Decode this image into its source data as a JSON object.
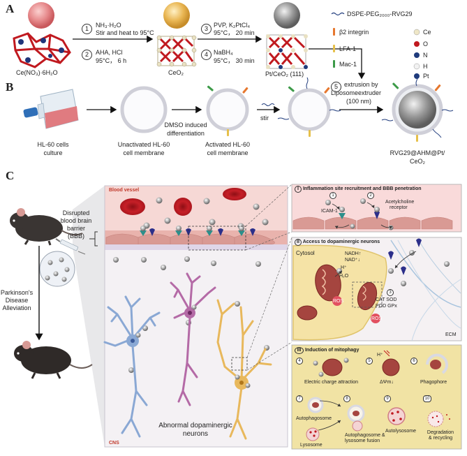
{
  "panel_a": {
    "letter": "A",
    "step1": "1",
    "step2": "2",
    "step3": "3",
    "step4": "4",
    "step5": "5",
    "cond1_line1": "NH₃·H₂O",
    "cond1_line2": "Stir and heat to 95°C",
    "cond2_line1": "AHA, HCl",
    "cond2_line2": "95°C， 6 h",
    "cond3_line1": "PVP, K₂PtCl₄",
    "cond3_line2": "95°C， 20 min",
    "cond4_line1": "NaBH₄",
    "cond4_line2": "95°C， 30 min",
    "start_label": "Ce(NO₃)·6H₂O",
    "mid_label": "CeO₂",
    "end_label": "Pt/CeO₂ (111)",
    "step5_text_line1": "extrusion by",
    "step5_text_line2": "Liposomeextruder",
    "step5_text_line3": "(100 nm)"
  },
  "legend": {
    "dspe": "DSPE-PEG₂₀₀₀-RVG29",
    "b2": "β2 integrin",
    "lfa": "LFA-1",
    "mac": "Mac-1",
    "ce": "Ce",
    "o": "O",
    "n": "N",
    "h": "H",
    "pt": "Pt"
  },
  "panel_b": {
    "letter": "B",
    "hl60_line1": "HL-60 cells",
    "hl60_line2": "culture",
    "unact_line1": "Unactivated HL-60",
    "unact_line2": "cell membrane",
    "dmso_line1": "DMSO induced",
    "dmso_line2": "differentiation",
    "act_line1": "Activated HL-60",
    "act_line2": "cell membrane",
    "stir": "stir",
    "final_line1": "RVG29@AHM@Pt/",
    "final_line2": "CeO₂"
  },
  "panel_c": {
    "letter": "C",
    "blood_vessel": "Blood vessel",
    "bbb_line1": "Disrupted",
    "bbb_line2": "blood brain",
    "bbb_line3": "barrier",
    "bbb_line4": "(BBB)",
    "pd_line1": "Parkinson's",
    "pd_line2": "Disease",
    "pd_line3": "Alleviation",
    "neurons_line1": "Abnormal dopaminergic",
    "neurons_line2": "neurons",
    "cns": "CNS"
  },
  "box1": {
    "roman": "I",
    "title": "Inflammation site recruitment and BBB penetration",
    "n1": "1",
    "n2": "2",
    "icam": "ICAM-1",
    "ach_line1": "Acetylcholine",
    "ach_line2": "receptor"
  },
  "box2": {
    "roman": "II",
    "title": "Access to dopaminergic neurons",
    "cytosol": "Cytosol",
    "nadh": "NADH↑",
    "nad": "NAD⁺↓",
    "hplus": "H⁺",
    "h2o": "H₂O",
    "ros1": "ROS",
    "ros2": "ROS",
    "n3": "3",
    "enz1": "CAT SOD",
    "enz2": "POD GPx",
    "ecm": "ECM"
  },
  "box3": {
    "roman": "III",
    "title": "Induction of mitophagy",
    "n4": "4",
    "n5": "5",
    "n6": "6",
    "n7": "7",
    "n8": "8",
    "n9": "9",
    "n10": "10",
    "electric": "Electric charge attraction",
    "hplus": "H⁺",
    "dpsi": "ΔΨm↓",
    "phagophore": "Phagophore",
    "autophagosome": "Autophagosome",
    "lysosome": "Lysosome",
    "fusion_line1": "Autophagosome &",
    "fusion_line2": "lysosome fusion",
    "autolysosome": "Autolysosome",
    "degr_line1": "Degradation",
    "degr_line2": "& recycling"
  },
  "colors": {
    "pink_sphere": "#e07b7e",
    "gold_sphere": "#e7b048",
    "grey_sphere": "#8d8d8d",
    "vessel": "#f6d8d5",
    "cns": "#f4f1f4",
    "box_pink": "#f9dada",
    "box_yellow": "#f5e6a6",
    "box_mitophagy": "#f1e3a4",
    "blue_neuron": "#8aa8d4",
    "purple_neuron": "#b46aa6",
    "gold_neuron": "#e8b85c"
  }
}
